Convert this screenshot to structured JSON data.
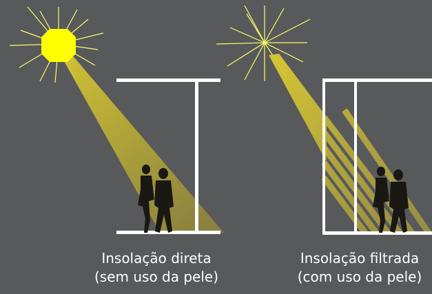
{
  "panels": [
    {
      "caption_line1": "Insolação direta",
      "caption_line2": "(sem uso da pele)"
    },
    {
      "caption_line1": "Insolação filtrada",
      "caption_line2": "(com uso da pele)"
    }
  ],
  "colors": {
    "background": "#58595b",
    "sun": "#ffff00",
    "sun_rays": "#ffff66",
    "beam": "#c8b830",
    "structure": "#ffffff",
    "figures": "#1a1812",
    "caption_text": "#ffffff"
  },
  "icons": {
    "sun": "sun-icon",
    "people": "couple-walking-silhouette"
  }
}
